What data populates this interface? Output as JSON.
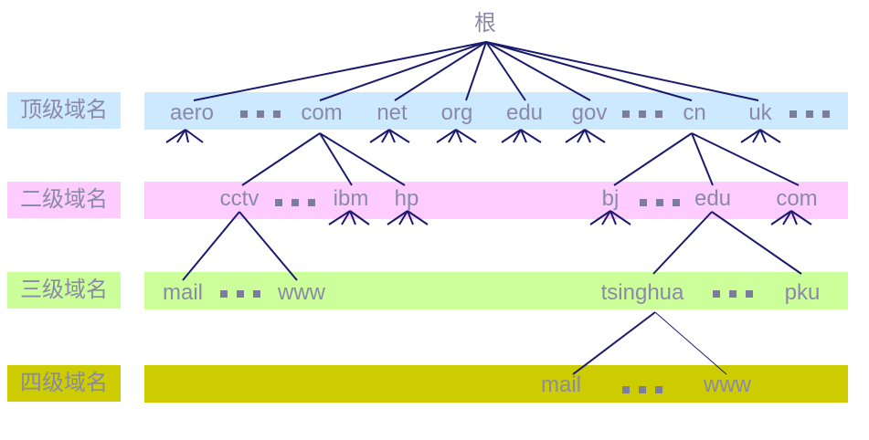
{
  "root": "根",
  "levels": {
    "top": {
      "label": "顶级域名",
      "color": "#cce9ff"
    },
    "second": {
      "label": "二级域名",
      "color": "#ffccff"
    },
    "third": {
      "label": "三级域名",
      "color": "#ccff99"
    },
    "fourth": {
      "label": "四级域名",
      "color": "#cccc00"
    }
  },
  "top_domains": [
    "aero",
    "com",
    "net",
    "org",
    "edu",
    "gov",
    "cn",
    "uk"
  ],
  "second_domains": [
    "cctv",
    "ibm",
    "hp",
    "bj",
    "edu",
    "com"
  ],
  "third_domains": [
    "mail",
    "www",
    "tsinghua",
    "pku"
  ],
  "fourth_domains": [
    "mail",
    "www"
  ],
  "line_color": "#1a1a6e"
}
